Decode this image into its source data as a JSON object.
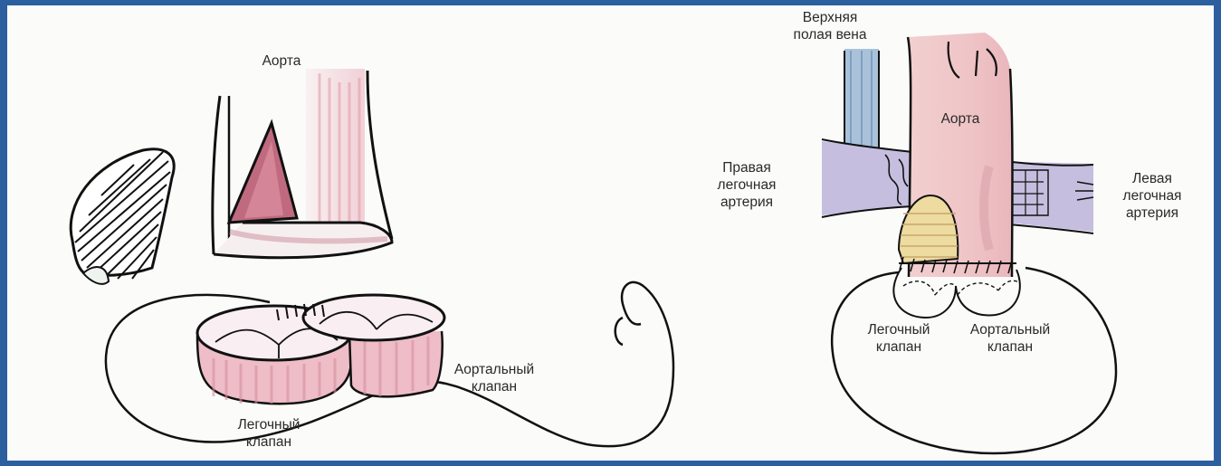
{
  "left": {
    "aorta": "Аорта",
    "aortic_valve": [
      "Аортальный",
      "клапан"
    ],
    "pulmonary_valve": [
      "Легочный",
      "клапан"
    ]
  },
  "right": {
    "svc": [
      "Верхняя",
      "полая вена"
    ],
    "aorta": "Аорта",
    "rpa": [
      "Правая",
      "легочная",
      "артерия"
    ],
    "lpa": [
      "Левая",
      "легочная",
      "артерия"
    ],
    "pulmonary_valve": [
      "Легочный",
      "клапан"
    ],
    "aortic_valve": [
      "Аортальный",
      "клапан"
    ]
  },
  "colors": {
    "frame": "#2c5f9e",
    "tissue_pink": "#e6a5b2",
    "tissue_dark": "#b85a70",
    "vessel_blue": "#a9c2da",
    "vessel_lilac": "#c6bedf",
    "patch_yellow": "#eddba0"
  }
}
